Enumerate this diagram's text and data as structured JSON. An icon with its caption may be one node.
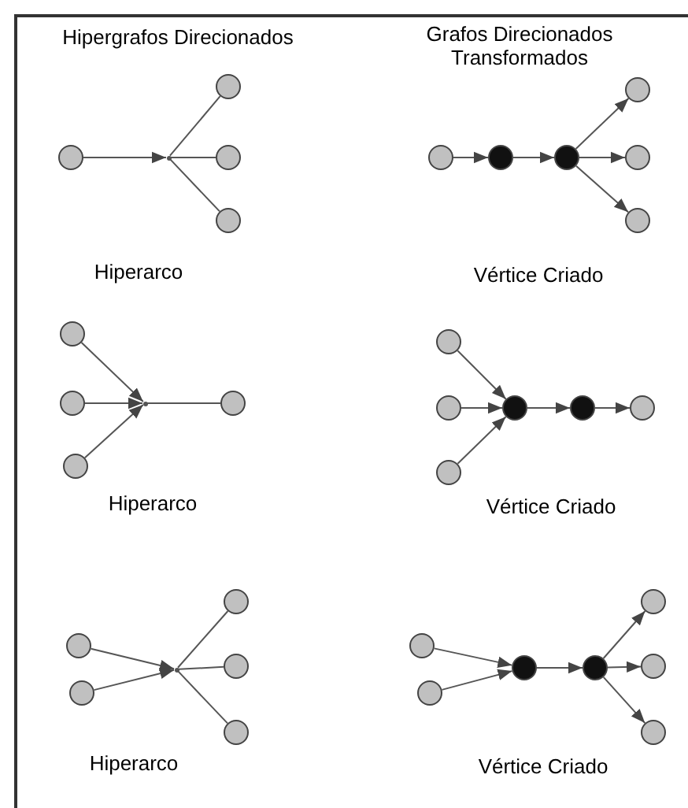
{
  "diagram": {
    "nodes": [
      {
        "text": [],
        "shape": "circle"
      },
      {
        "text": [],
        "shape": "point"
      },
      {
        "text": [],
        "shape": "circle"
      },
      {
        "text": [],
        "shape": "circle"
      },
      {
        "text": [],
        "shape": "circle"
      },
      {
        "text": [],
        "shape": "circle"
      },
      {
        "text": [],
        "shape": "circle"
      },
      {
        "text": [],
        "shape": "circle"
      },
      {
        "text": [],
        "shape": "circle"
      },
      {
        "text": [],
        "shape": "circle"
      },
      {
        "text": [],
        "shape": "circle"
      },
      {
        "text": [],
        "shape": "circle"
      },
      {
        "text": [],
        "shape": "circle"
      },
      {
        "text": [],
        "shape": "circle"
      },
      {
        "text": [],
        "shape": "point"
      },
      {
        "text": [],
        "shape": "circle"
      },
      {
        "text": [],
        "shape": "circle"
      },
      {
        "text": [],
        "shape": "circle"
      },
      {
        "text": [],
        "shape": "circle"
      },
      {
        "text": [],
        "shape": "circle"
      },
      {
        "text": [],
        "shape": "circle"
      },
      {
        "text": [],
        "shape": "circle"
      },
      {
        "text": [],
        "shape": "circle"
      },
      {
        "text": [],
        "shape": "circle"
      },
      {
        "text": [],
        "shape": "point"
      },
      {
        "text": [],
        "shape": "circle"
      },
      {
        "text": [],
        "shape": "circle"
      },
      {
        "text": [],
        "shape": "circle"
      },
      {
        "text": [],
        "shape": "circle"
      },
      {
        "text": [],
        "shape": "circle"
      },
      {
        "text": [],
        "shape": "circle"
      },
      {
        "text": [],
        "shape": "circle"
      },
      {
        "text": [],
        "shape": "circle"
      },
      {
        "text": [],
        "shape": "circle"
      },
      {
        "text": [],
        "shape": "circle"
      }
    ],
    "edges": [
      {
        "from": 0,
        "to": 1,
        "arrow": "to"
      },
      {
        "from": 1,
        "to": 2,
        "arrow": "none"
      },
      {
        "from": 1,
        "to": 3,
        "arrow": "none"
      },
      {
        "from": 1,
        "to": 4,
        "arrow": "none"
      },
      {
        "from": 5,
        "to": 6,
        "arrow": "to"
      },
      {
        "from": 6,
        "to": 7,
        "arrow": "to"
      },
      {
        "from": 7,
        "to": 8,
        "arrow": "to"
      },
      {
        "from": 7,
        "to": 9,
        "arrow": "to"
      },
      {
        "from": 7,
        "to": 10,
        "arrow": "to"
      },
      {
        "from": 11,
        "to": 14,
        "arrow": "to"
      },
      {
        "from": 12,
        "to": 14,
        "arrow": "to"
      },
      {
        "from": 13,
        "to": 14,
        "arrow": "to"
      },
      {
        "from": 14,
        "to": 15,
        "arrow": "none"
      },
      {
        "from": 16,
        "to": 19,
        "arrow": "to"
      },
      {
        "from": 17,
        "to": 19,
        "arrow": "to"
      },
      {
        "from": 18,
        "to": 19,
        "arrow": "to"
      },
      {
        "from": 19,
        "to": 20,
        "arrow": "to"
      },
      {
        "from": 20,
        "to": 21,
        "arrow": "to"
      },
      {
        "from": 22,
        "to": 24,
        "arrow": "to"
      },
      {
        "from": 23,
        "to": 24,
        "arrow": "to"
      },
      {
        "from": 24,
        "to": 25,
        "arrow": "none"
      },
      {
        "from": 24,
        "to": 26,
        "arrow": "none"
      },
      {
        "from": 24,
        "to": 27,
        "arrow": "none"
      },
      {
        "from": 28,
        "to": 30,
        "arrow": "to"
      },
      {
        "from": 29,
        "to": 30,
        "arrow": "to"
      },
      {
        "from": 30,
        "to": 31,
        "arrow": "to"
      },
      {
        "from": 31,
        "to": 32,
        "arrow": "to"
      },
      {
        "from": 31,
        "to": 33,
        "arrow": "to"
      },
      {
        "from": 31,
        "to": 34,
        "arrow": "to"
      }
    ],
    "labels": [
      "Hipergrafos Direcionados",
      "Grafos Direcionados Transformados",
      "Hiperarco",
      "Vértice Criado",
      "Hiperarco",
      "Vértice Criado",
      "Hiperarco",
      "Vértice Criado"
    ]
  }
}
